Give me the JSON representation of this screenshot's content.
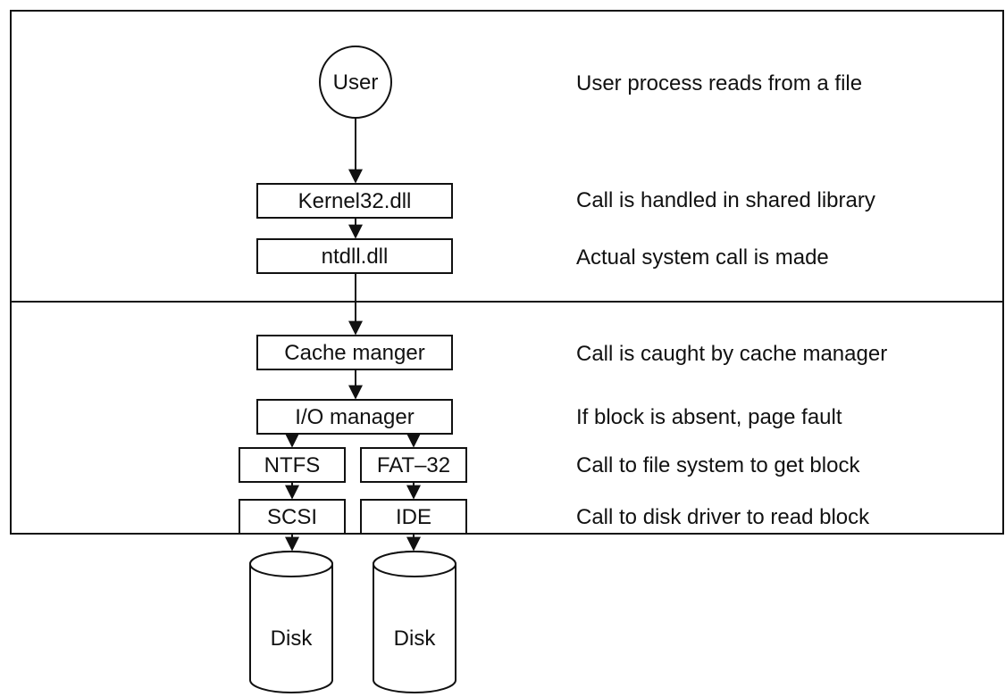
{
  "nodes": {
    "user": "User",
    "kernel32": "Kernel32.dll",
    "ntdll": "ntdll.dll",
    "cache": "Cache manger",
    "io": "I/O manager",
    "ntfs": "NTFS",
    "fat32": "FAT–32",
    "scsi": "SCSI",
    "ide": "IDE",
    "disk_left": "Disk",
    "disk_right": "Disk"
  },
  "descriptions": [
    "User process reads from a file",
    "Call is handled in shared library",
    "Actual system call is made",
    "Call is caught by cache manager",
    "If block is absent, page fault",
    "Call to file system to get block",
    "Call to disk driver to read block"
  ]
}
